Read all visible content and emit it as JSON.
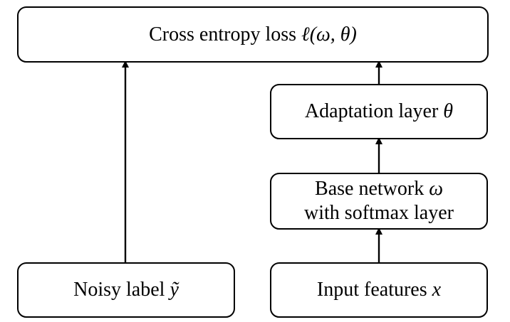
{
  "diagram": {
    "nodes": {
      "loss": {
        "text": "Cross entropy loss ",
        "math": "ℓ(ω, θ)"
      },
      "adapt": {
        "text": "Adaptation layer ",
        "math": "θ"
      },
      "base": {
        "line1_text": "Base network ",
        "line1_math": "ω",
        "line2_text": "with softmax layer"
      },
      "noisy": {
        "text": "Noisy label ",
        "math": "ỹ"
      },
      "input": {
        "text": "Input features ",
        "math": "x"
      }
    },
    "edges": [
      {
        "from": "noisy",
        "to": "loss"
      },
      {
        "from": "input",
        "to": "base"
      },
      {
        "from": "base",
        "to": "adapt"
      },
      {
        "from": "adapt",
        "to": "loss"
      }
    ]
  }
}
